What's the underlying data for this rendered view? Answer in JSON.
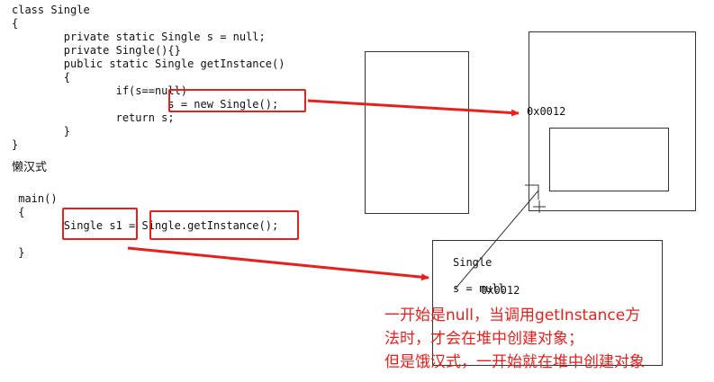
{
  "code": {
    "class_block": [
      "class Single",
      "{",
      "        private static Single s = null;",
      "        private Single(){}",
      "        public static Single getInstance()",
      "        {",
      "                if(s==null)",
      "                        s = new Single();",
      "                return s;",
      "        }",
      "}"
    ],
    "section_label": "懒汉式",
    "main_block": [
      " main()",
      " {",
      "        Single s1 = Single.getInstance();",
      "",
      " }"
    ]
  },
  "highlights": {
    "assignment": "s = new Single();",
    "declaration": "Single s1",
    "call": "Single.getInstance();"
  },
  "heap": {
    "address": "0x0012"
  },
  "object_box": {
    "class_label": "Single",
    "field_label": "s = null",
    "field_value": "0x0012"
  },
  "note": {
    "lines": [
      "一开始是null，当调用getInstance方",
      "法时，才会在堆中创建对象；",
      "但是饿汉式，一开始就在堆中创建对象"
    ]
  },
  "colors": {
    "highlight": "#e8201c",
    "box_border": "#333333",
    "text": "#111111"
  }
}
